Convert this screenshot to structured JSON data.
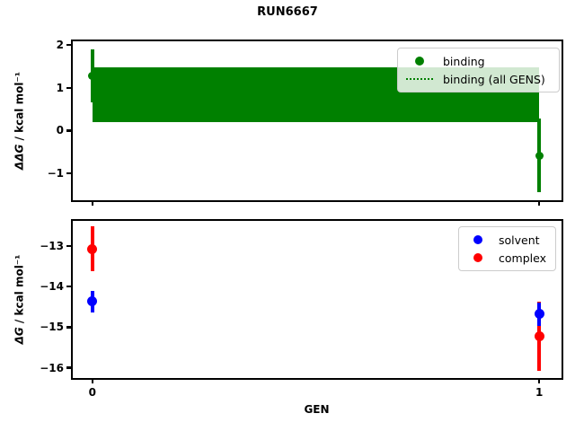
{
  "title": "RUN6667",
  "colors": {
    "binding": "#008000",
    "solvent": "#0000ff",
    "complex": "#ff0000",
    "spine": "#000000",
    "legend_border": "#cccccc",
    "background": "#ffffff"
  },
  "chart_data": [
    {
      "type": "scatter",
      "axes": "top",
      "ylabel": {
        "math": "ΔΔG",
        "units": " / kcal mol⁻¹"
      },
      "xlabel": "",
      "xlim": [
        -0.046,
        1.05
      ],
      "ylim": [
        -1.63,
        2.11
      ],
      "grid": false,
      "yticks": [
        {
          "value": 2,
          "label": "2"
        },
        {
          "value": 1,
          "label": "1"
        },
        {
          "value": 0,
          "label": "0"
        },
        {
          "value": -1,
          "label": "−1"
        }
      ],
      "xticks": [
        {
          "value": 0,
          "label": ""
        },
        {
          "value": 1,
          "label": ""
        }
      ],
      "band": {
        "name": "binding (all GENS)",
        "x_from": 0,
        "x_to": 1,
        "y_lo": 0.19,
        "y_hi": 1.48,
        "color": "#008000",
        "line_style": "dotted"
      },
      "series": [
        {
          "name": "binding",
          "color": "#008000",
          "marker": "circle",
          "points": [
            {
              "x": 0,
              "y": 1.28,
              "err": 0.62
            },
            {
              "x": 1,
              "y": -0.58,
              "err": 0.87
            }
          ]
        }
      ],
      "legend": {
        "position": "upper right",
        "items": [
          {
            "label": "binding",
            "glyph": "dot",
            "color": "#008000"
          },
          {
            "label": "binding (all GENS)",
            "glyph": "dotted-line",
            "color": "#008000"
          }
        ]
      }
    },
    {
      "type": "scatter",
      "axes": "bottom",
      "ylabel": {
        "math": "ΔG",
        "units": " / kcal mol⁻¹"
      },
      "xlabel": "GEN",
      "xlim": [
        -0.046,
        1.05
      ],
      "ylim": [
        -16.25,
        -12.36
      ],
      "grid": false,
      "yticks": [
        {
          "value": -13,
          "label": "−13"
        },
        {
          "value": -14,
          "label": "−14"
        },
        {
          "value": -15,
          "label": "−15"
        },
        {
          "value": -16,
          "label": "−16"
        }
      ],
      "xticks": [
        {
          "value": 0,
          "label": "0"
        },
        {
          "value": 1,
          "label": "1"
        }
      ],
      "series": [
        {
          "name": "complex",
          "color": "#ff0000",
          "marker": "circle",
          "points": [
            {
              "x": 0,
              "y": -13.07,
              "err": 0.55
            },
            {
              "x": 1,
              "y": -15.23,
              "err": 0.85
            }
          ]
        },
        {
          "name": "solvent",
          "color": "#0000ff",
          "marker": "circle",
          "points": [
            {
              "x": 0,
              "y": -14.37,
              "err": 0.26
            },
            {
              "x": 1,
              "y": -14.68,
              "err": 0.28
            }
          ]
        }
      ],
      "legend": {
        "position": "upper right",
        "items": [
          {
            "label": "solvent",
            "glyph": "dot",
            "color": "#0000ff"
          },
          {
            "label": "complex",
            "glyph": "dot",
            "color": "#ff0000"
          }
        ]
      }
    }
  ]
}
